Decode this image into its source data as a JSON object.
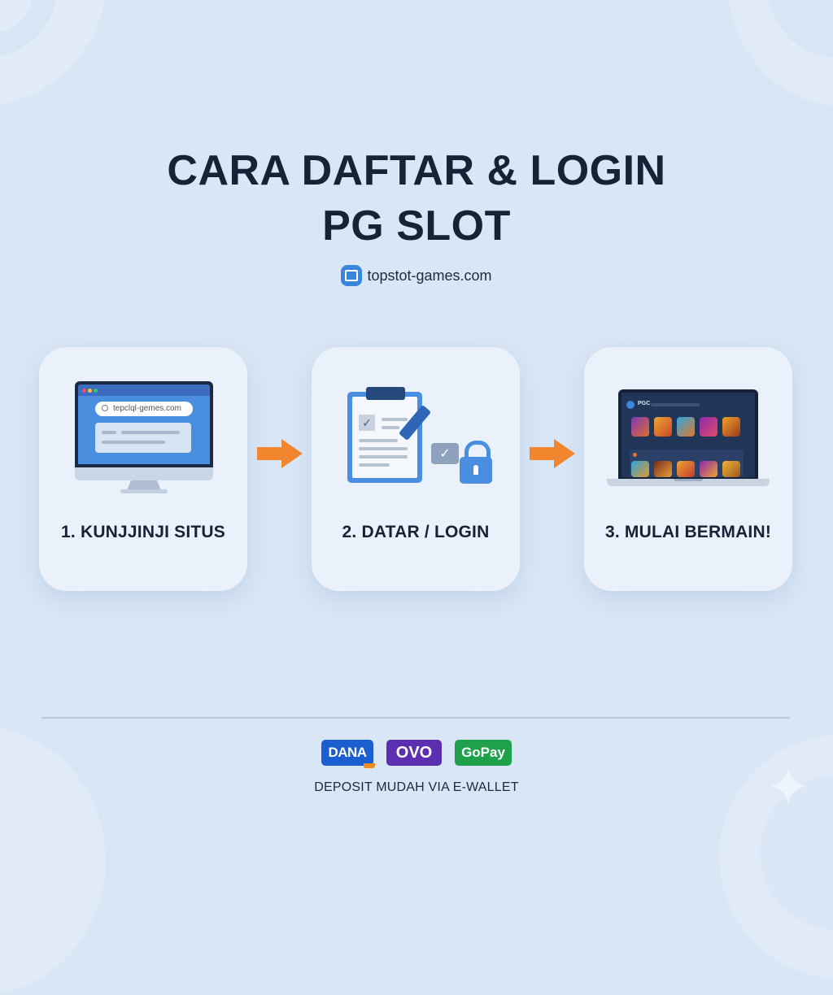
{
  "header": {
    "title_line1": "CARA DAFTAR & LOGIN",
    "title_line2": "PG SLOT",
    "site_icon": "browser-window-icon",
    "site_url": "topstot-games.com"
  },
  "steps": [
    {
      "label": "1. KUNJJINJI SITUS",
      "icon": "desktop-monitor-icon",
      "illustration": {
        "url_bar_text": "tepclql-gemes.com"
      }
    },
    {
      "label": "2. DATAR / LOGIN",
      "icon": "clipboard-form-lock-icon"
    },
    {
      "label": "3. MULAI BERMAIN!",
      "icon": "laptop-game-lobby-icon",
      "illustration": {
        "brand_text": "PGC"
      }
    }
  ],
  "arrows": {
    "icon": "arrow-right-icon",
    "color": "#f2862e"
  },
  "footer": {
    "wallets": [
      {
        "name": "DANA",
        "color": "#1a5fcf"
      },
      {
        "name": "OVO",
        "color": "#5b2fb0"
      },
      {
        "name": "GoPay",
        "color": "#1fa14c"
      }
    ],
    "caption": "DEPOSIT MUDAH VIA E-WALLET"
  },
  "colors": {
    "background": "#d9e6f5",
    "card": "#eaf1fa",
    "text": "#172236",
    "accent_blue": "#4a8ee0"
  }
}
